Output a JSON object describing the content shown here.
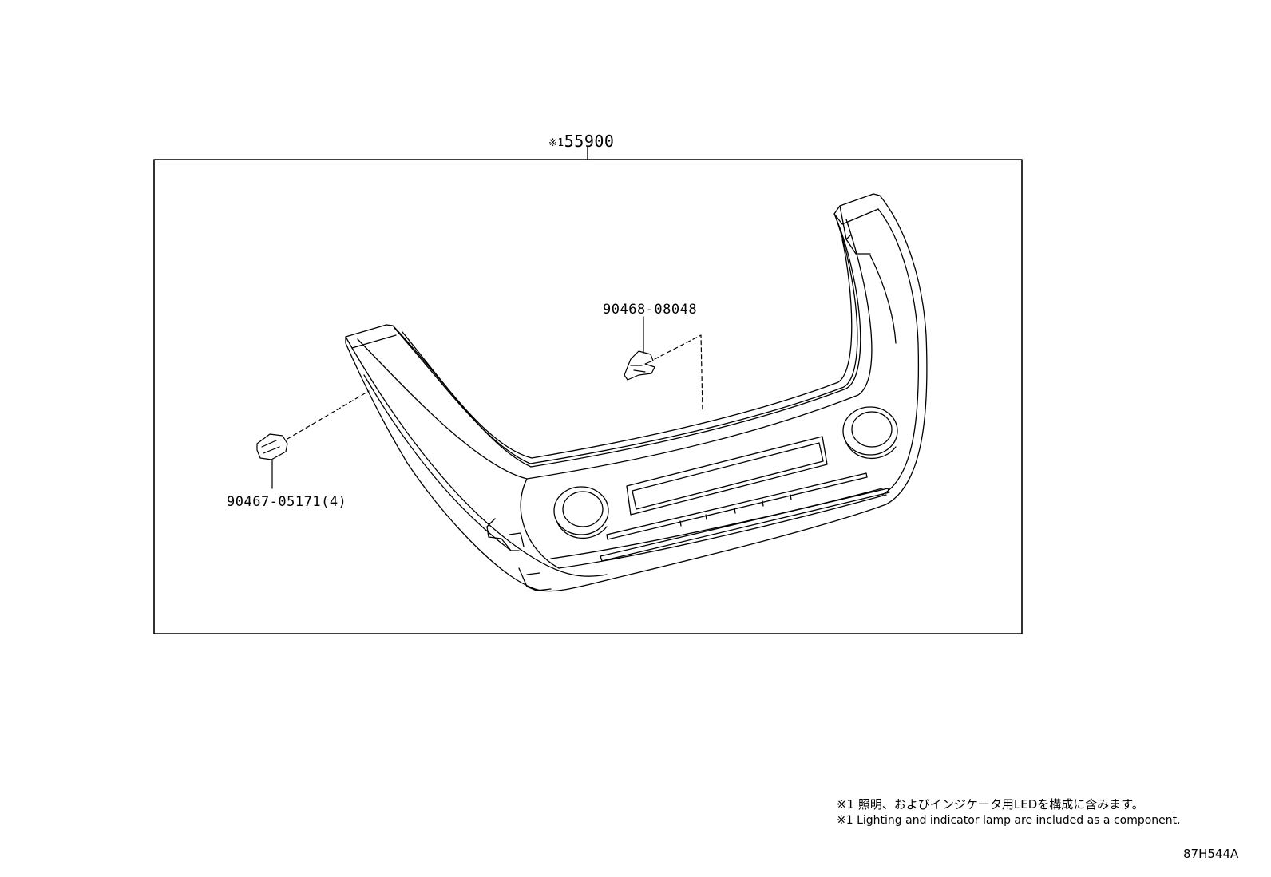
{
  "diagram": {
    "main_assembly": {
      "ref_mark": "※1",
      "part_number": "55900"
    },
    "parts": [
      {
        "id": "clip-upper",
        "part_number": "90468-08048"
      },
      {
        "id": "clip-left",
        "part_number": "90467-05171(4)"
      }
    ],
    "notes": [
      "※1 照明、およびインジケータ用LEDを構成に含みます。",
      "※1 Lighting and indicator lamp are included as a component."
    ],
    "drawing_code": "87H544A"
  }
}
